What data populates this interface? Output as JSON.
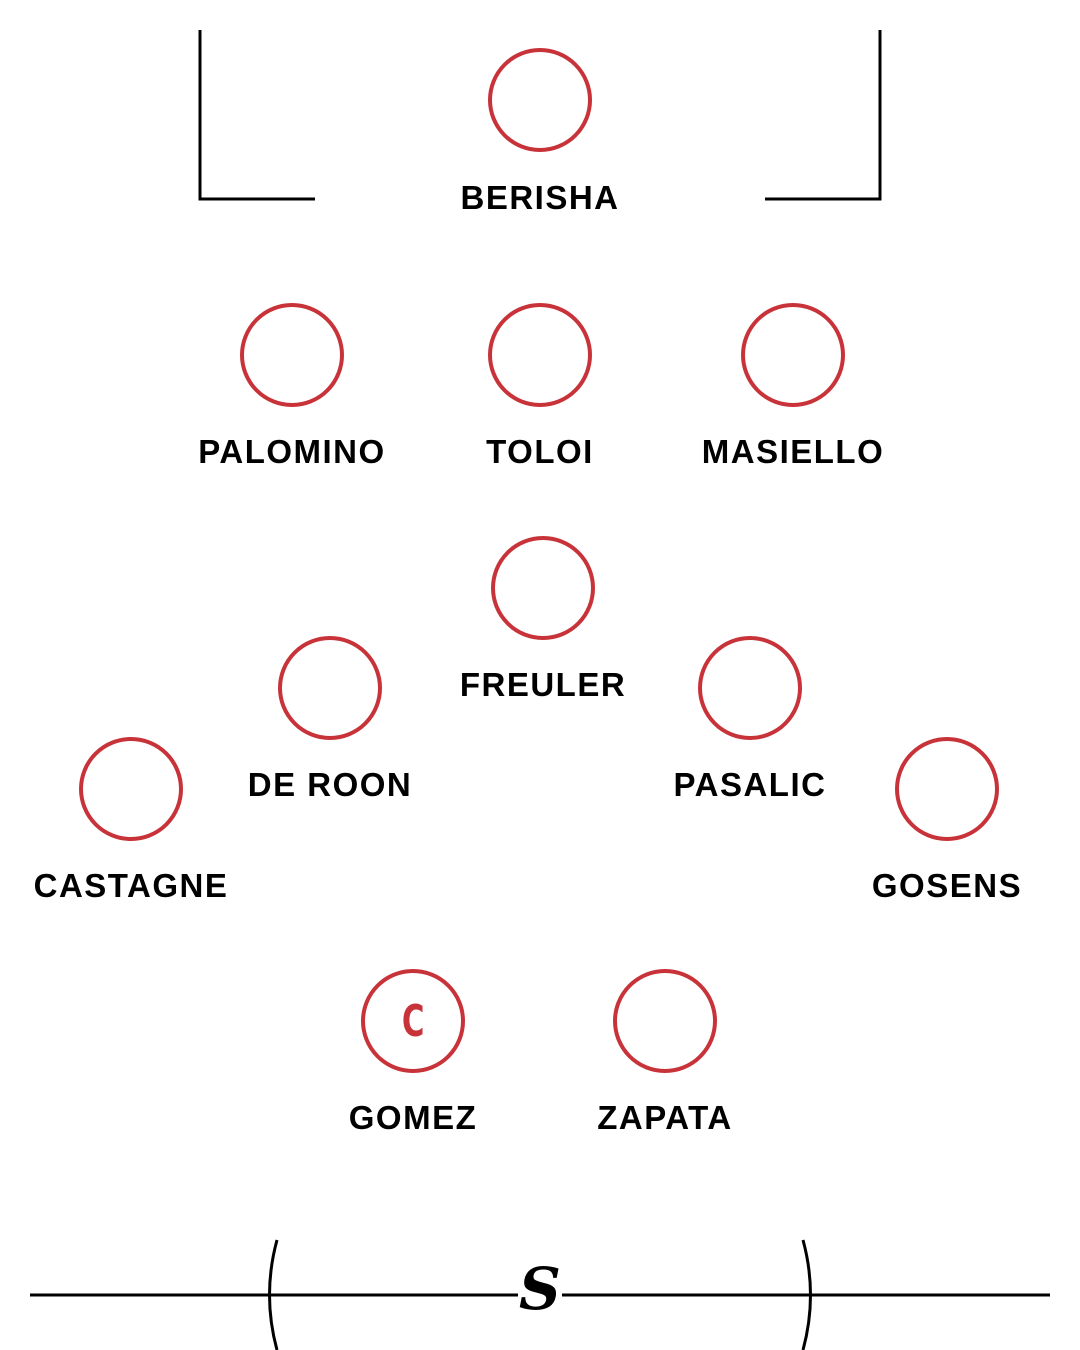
{
  "colors": {
    "accent": "#c8333a",
    "line": "#000000"
  },
  "logo": "S",
  "players": [
    {
      "name": "BERISHA",
      "captain": false
    },
    {
      "name": "PALOMINO",
      "captain": false
    },
    {
      "name": "TOLOI",
      "captain": false
    },
    {
      "name": "MASIELLO",
      "captain": false
    },
    {
      "name": "FREULER",
      "captain": false
    },
    {
      "name": "DE ROON",
      "captain": false
    },
    {
      "name": "PASALIC",
      "captain": false
    },
    {
      "name": "CASTAGNE",
      "captain": false
    },
    {
      "name": "GOSENS",
      "captain": false
    },
    {
      "name": "GOMEZ",
      "captain": true,
      "badge": "C"
    },
    {
      "name": "ZAPATA",
      "captain": false
    }
  ]
}
